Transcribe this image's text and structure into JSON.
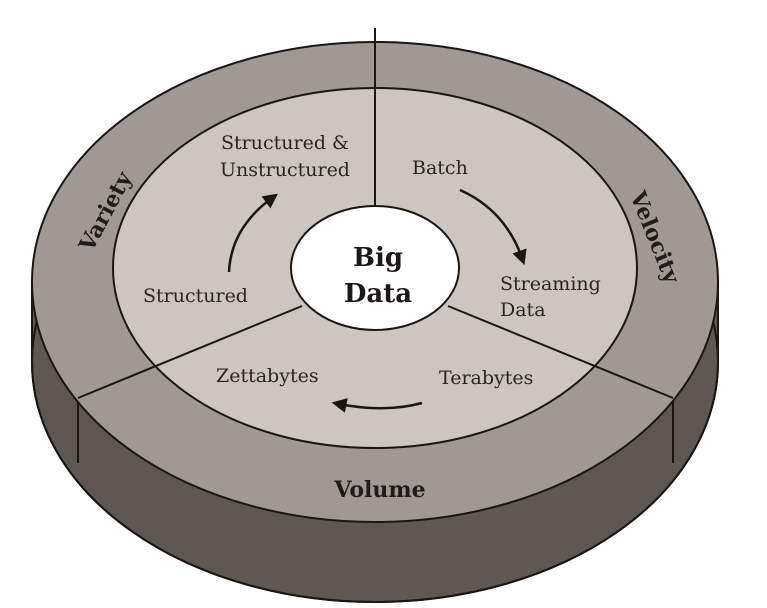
{
  "center": {
    "line1": "Big",
    "line2": "Data"
  },
  "sectors": {
    "variety": {
      "label": "Variety",
      "from": "Structured",
      "to_line1": "Structured &",
      "to_line2": "Unstructured"
    },
    "velocity": {
      "label": "Velocity",
      "from": "Batch",
      "to_line1": "Streaming",
      "to_line2": "Data"
    },
    "volume": {
      "label": "Volume",
      "from": "Terabytes",
      "to": "Zettabytes"
    }
  },
  "colors": {
    "side": "#5f5753",
    "side_dark": "#4a4340",
    "outer_ring": "#a09894",
    "inner_disc": "#ccc5c1",
    "center": "#ffffff",
    "stroke": "#1a1614"
  }
}
